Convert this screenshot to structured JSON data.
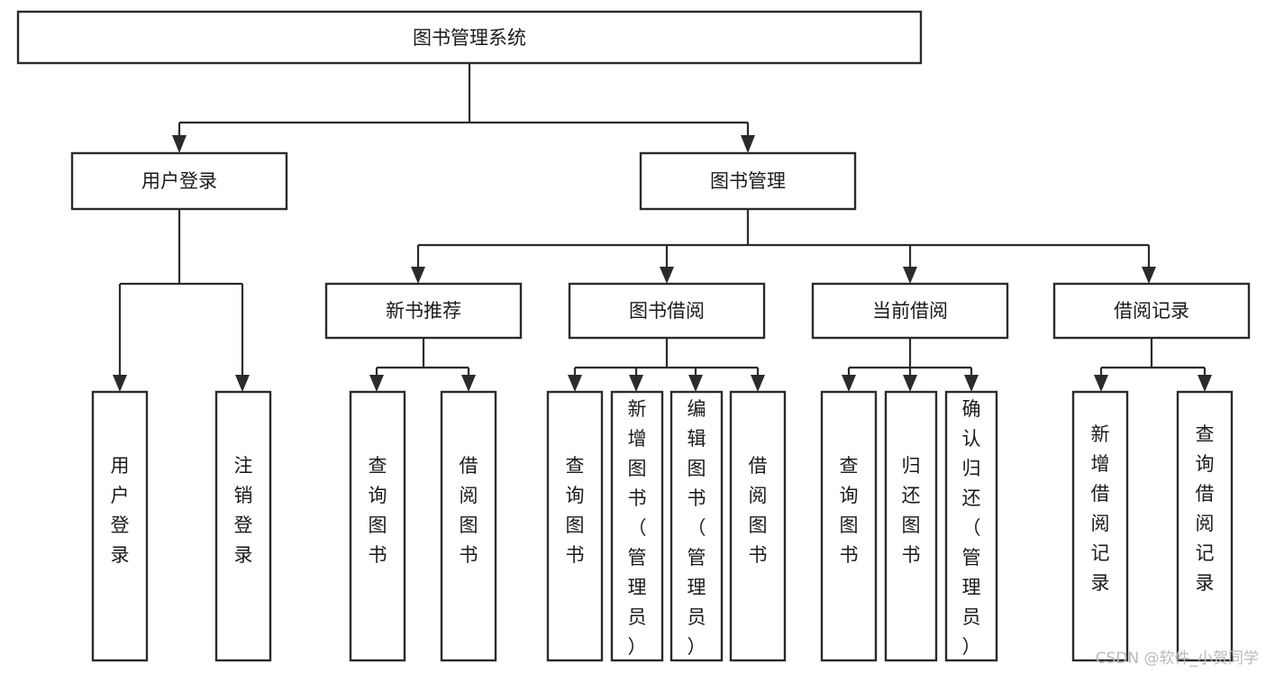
{
  "diagram": {
    "type": "tree-hierarchy-chart",
    "title": "图书管理系统",
    "watermark": "CSDN @软件_小贺同学",
    "colors": {
      "box_stroke": "#2b2b2b",
      "box_fill": "#ffffff",
      "text": "#1a1a1a",
      "background": "#ffffff",
      "watermark": "#b9b9b9"
    },
    "levels": {
      "root": {
        "label": "图书管理系统"
      },
      "level2": [
        {
          "id": "user-login",
          "label": "用户登录"
        },
        {
          "id": "book-management",
          "label": "图书管理"
        }
      ],
      "level3": [
        {
          "id": "new-book-recommend",
          "label": "新书推荐",
          "parent": "book-management"
        },
        {
          "id": "book-borrow",
          "label": "图书借阅",
          "parent": "book-management"
        },
        {
          "id": "current-borrow",
          "label": "当前借阅",
          "parent": "book-management"
        },
        {
          "id": "borrow-record",
          "label": "借阅记录",
          "parent": "book-management"
        }
      ],
      "leaves": [
        {
          "id": "leaf-user-login",
          "label": "用户登录",
          "parent": "user-login"
        },
        {
          "id": "leaf-logout-login",
          "label": "注销登录",
          "parent": "user-login"
        },
        {
          "id": "leaf-query-book-1",
          "label": "查询图书",
          "parent": "new-book-recommend"
        },
        {
          "id": "leaf-borrow-book-1",
          "label": "借阅图书",
          "parent": "new-book-recommend"
        },
        {
          "id": "leaf-query-book-2",
          "label": "查询图书",
          "parent": "book-borrow"
        },
        {
          "id": "leaf-add-book",
          "label": "新增图书（管理员）",
          "parent": "book-borrow"
        },
        {
          "id": "leaf-edit-book",
          "label": "编辑图书（管理员）",
          "parent": "book-borrow"
        },
        {
          "id": "leaf-borrow-book-2",
          "label": "借阅图书",
          "parent": "book-borrow"
        },
        {
          "id": "leaf-query-book-3",
          "label": "查询图书",
          "parent": "current-borrow"
        },
        {
          "id": "leaf-return-book",
          "label": "归还图书",
          "parent": "current-borrow"
        },
        {
          "id": "leaf-confirm-return",
          "label": "确认归还（管理员）",
          "parent": "current-borrow"
        },
        {
          "id": "leaf-add-record",
          "label": "新增借阅记录",
          "parent": "borrow-record"
        },
        {
          "id": "leaf-query-record",
          "label": "查询借阅记录",
          "parent": "borrow-record"
        }
      ]
    }
  }
}
